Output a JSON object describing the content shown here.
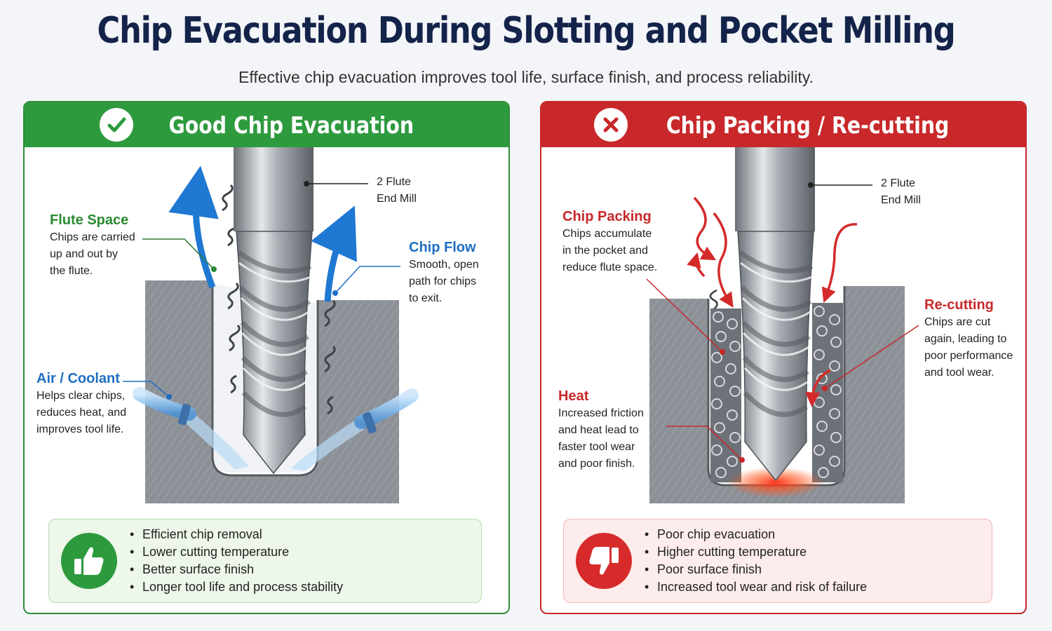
{
  "title": "Chip Evacuation During Slotting and Pocket Milling",
  "subtitle": "Effective chip evacuation improves tool life, surface finish, and process reliability.",
  "colors": {
    "good": "#2e9a3e",
    "bad": "#c8282a",
    "blue": "#1f6fc1",
    "title": "#14234a"
  },
  "good_panel": {
    "header": "Good Chip Evacuation",
    "header_icon": "check-icon",
    "tool_label": [
      "2 Flute",
      "End Mill"
    ],
    "flute_space": {
      "title": "Flute Space",
      "body": [
        "Chips are carried",
        "up and out by",
        "the flute."
      ]
    },
    "chip_flow": {
      "title": "Chip Flow",
      "body": [
        "Smooth, open",
        "path for chips",
        "to exit."
      ]
    },
    "air_coolant": {
      "title": "Air / Coolant",
      "body": [
        "Helps clear chips,",
        "reduces heat, and",
        "improves tool life."
      ]
    },
    "summary_icon": "thumbs-up-icon",
    "bullets": [
      "Efficient chip removal",
      "Lower cutting temperature",
      "Better surface finish",
      "Longer tool life and process stability"
    ]
  },
  "bad_panel": {
    "header": "Chip Packing / Re-cutting",
    "header_icon": "x-icon",
    "tool_label": [
      "2 Flute",
      "End Mill"
    ],
    "chip_packing": {
      "title": "Chip Packing",
      "body": [
        "Chips accumulate",
        "in the pocket and",
        "reduce flute space."
      ]
    },
    "recutting": {
      "title": "Re-cutting",
      "body": [
        "Chips are cut",
        "again, leading to",
        "poor performance",
        "and tool wear."
      ]
    },
    "heat": {
      "title": "Heat",
      "body": [
        "Increased friction",
        "and heat lead to",
        "faster tool wear",
        "and poor finish."
      ]
    },
    "summary_icon": "thumbs-down-icon",
    "bullets": [
      "Poor chip evacuation",
      "Higher cutting temperature",
      "Poor surface finish",
      "Increased tool wear and risk of failure"
    ]
  }
}
